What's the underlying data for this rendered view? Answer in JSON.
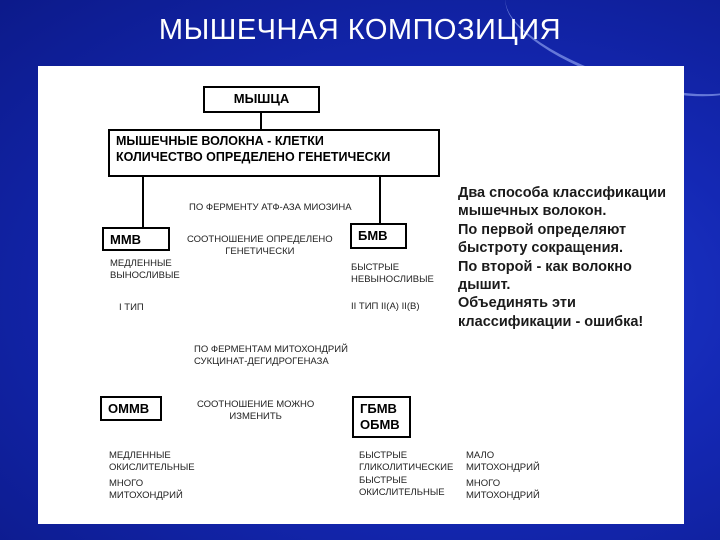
{
  "slide": {
    "title": "МЫШЕЧНАЯ КОМПОЗИЦИЯ"
  },
  "diagram": {
    "muscle": "МЫШЦА",
    "fibers": {
      "line1": "МЫШЕЧНЫЕ ВОЛОКНА - КЛЕТКИ",
      "line2": "КОЛИЧЕСТВО ОПРЕДЕЛЕНО ГЕНЕТИЧЕСКИ"
    },
    "by_atpase": "ПО ФЕРМЕНТУ АТФ-аза МИОЗИНА",
    "ratio_genetic": {
      "line1": "СООТНОШЕНИЕ ОПРЕДЕЛЕНО",
      "line2": "ГЕНЕТИЧЕСКИ"
    },
    "mmv": "ММВ",
    "bmv": "БМВ",
    "slow_desc": {
      "line1": "МЕДЛЕННЫЕ",
      "line2": "ВЫНОСЛИВЫЕ"
    },
    "fast_desc": {
      "line1": "БЫСТРЫЕ",
      "line2": "НЕВЫНОСЛИВЫЕ"
    },
    "type1": "I ТИП",
    "type2": "II ТИП II(A) II(B)",
    "by_mito": {
      "line1": "ПО ФЕРМЕНТАМ МИТОХОНДРИЙ",
      "line2": "СУКЦИНАТ-ДЕГИДРОГЕНАЗА"
    },
    "ommv": "ОММВ",
    "gbmv": {
      "line1": "ГБМВ",
      "line2": "ОБМВ"
    },
    "ratio_change": {
      "line1": "СООТНОШЕНИЕ МОЖНО",
      "line2": "ИЗМЕНИТЬ"
    },
    "slow_ox": {
      "line1": "МЕДЛЕННЫЕ",
      "line2": "ОКИСЛИТЕЛЬНЫЕ",
      "line3": "МНОГО",
      "line4": "МИТОХОНДРИЙ"
    },
    "fast_types": {
      "line1": "БЫСТРЫЕ",
      "line2": "ГЛИКОЛИТИЧЕСКИЕ",
      "line3": "БЫСТРЫЕ",
      "line4": "ОКИСЛИТЕЛЬНЫЕ"
    },
    "mito_amounts": {
      "line1": "МАЛО",
      "line2": "МИТОХОНДРИЙ",
      "line3": "МНОГО",
      "line4": "МИТОХОНДРИЙ"
    }
  },
  "note": {
    "line1": "Два способа классификации",
    "line2": "мышечных волокон.",
    "line3": "По первой определяют",
    "line4": "быстроту сокращения.",
    "line5": "По второй - как волокно",
    "line6": "дышит.",
    "line7": "Объединять эти",
    "line8": "классификации - ошибка!"
  }
}
